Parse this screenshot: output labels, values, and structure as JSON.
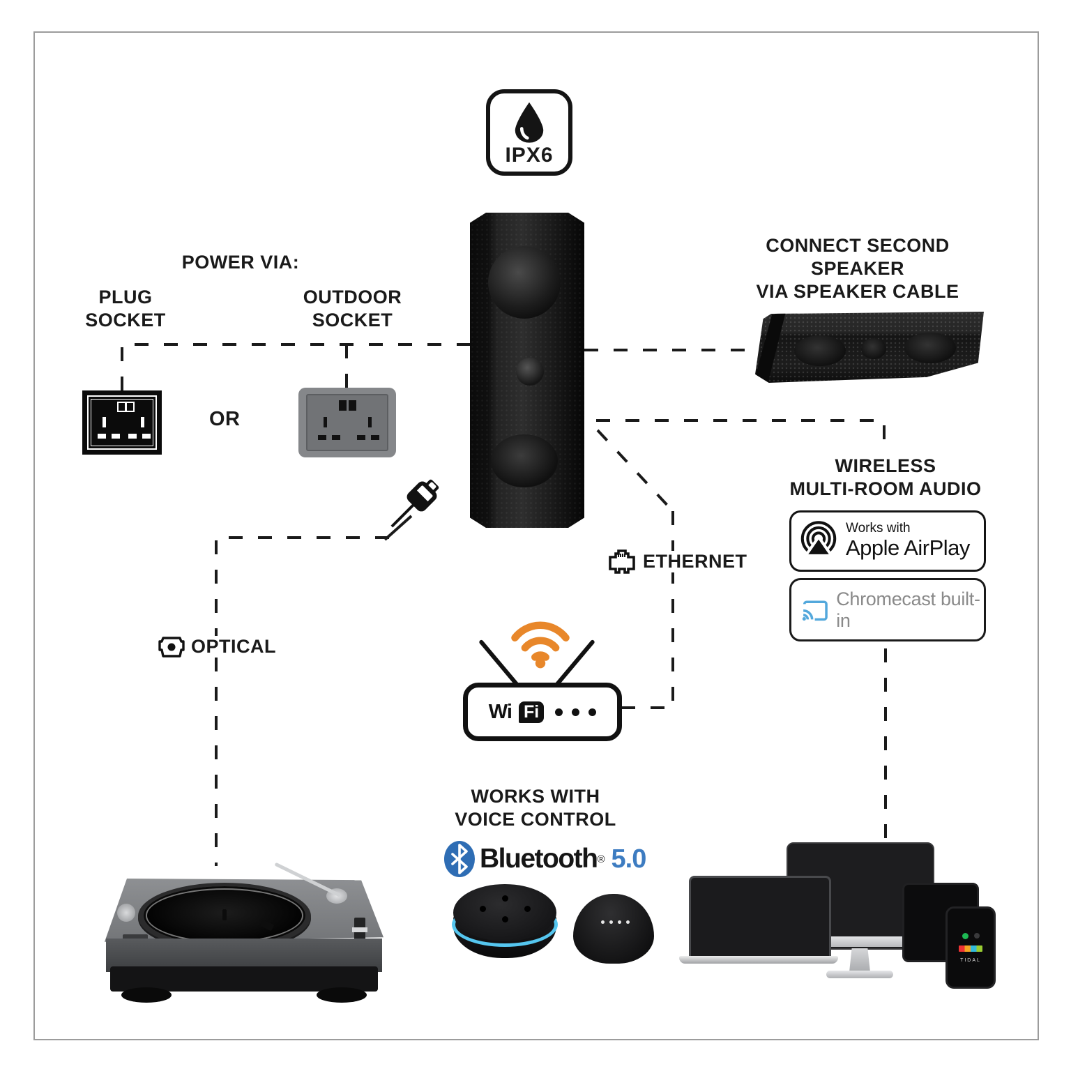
{
  "ipx6": {
    "label": "IPX6"
  },
  "power": {
    "heading": "POWER VIA:",
    "or_label": "OR",
    "plug_socket": {
      "line1": "PLUG",
      "line2": "SOCKET"
    },
    "outdoor_socket": {
      "line1": "OUTDOOR",
      "line2": "SOCKET"
    }
  },
  "second_speaker": {
    "line1": "CONNECT SECOND SPEAKER",
    "line2": "VIA SPEAKER CABLE"
  },
  "multiroom": {
    "line1": "WIRELESS",
    "line2": "MULTI-ROOM AUDIO",
    "airplay_badge": {
      "small": "Works with",
      "big": "Apple AirPlay"
    },
    "chromecast_badge": {
      "label": "Chromecast built-in"
    }
  },
  "ethernet": {
    "label": "ETHERNET"
  },
  "optical": {
    "label": "OPTICAL"
  },
  "router": {
    "wi": "Wi",
    "fi": "Fi"
  },
  "voice": {
    "line1": "WORKS WITH",
    "line2": "VOICE CONTROL"
  },
  "bluetooth": {
    "name": "Bluetooth",
    "reg": "®",
    "version": "5.0"
  },
  "phone": {
    "tidal_label": "TIDAL"
  },
  "icons": [
    "water-drop-icon",
    "airplay-icon",
    "chromecast-cast-icon",
    "ethernet-port-icon",
    "optical-port-icon",
    "optical-cable-icon",
    "wifi-signal-icon",
    "bluetooth-icon",
    "router-antenna",
    "spotify-icon",
    "streaming-logos"
  ],
  "colors": {
    "wifi_orange": "#E8872A",
    "bluetooth_blue": "#2E6DB4",
    "bt_version_blue": "#3D7CC1",
    "cast_blue": "#53A8DC",
    "cast_text_gray": "#8A8A8A",
    "line_black": "#1A1A1A",
    "frame_gray": "#9C9C9C",
    "echo_ring_blue": "#55C6EF"
  }
}
